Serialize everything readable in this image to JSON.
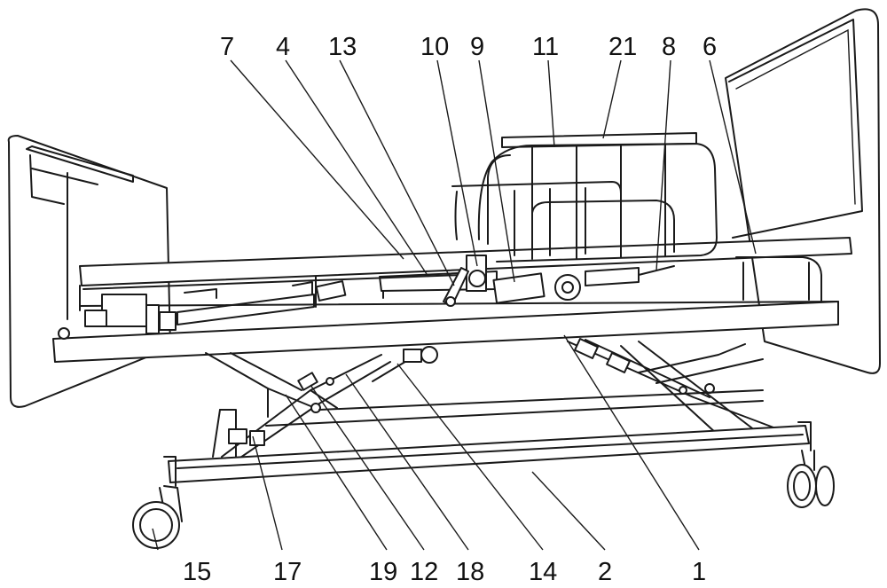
{
  "labels_top": [
    "7",
    "4",
    "13",
    "10",
    "9",
    "11",
    "21",
    "8",
    "6"
  ],
  "labels_bottom": [
    "15",
    "17",
    "19",
    "12",
    "18",
    "14",
    "2",
    "1"
  ],
  "colors": {
    "line": "#1a1a1a",
    "background": "#ffffff"
  }
}
